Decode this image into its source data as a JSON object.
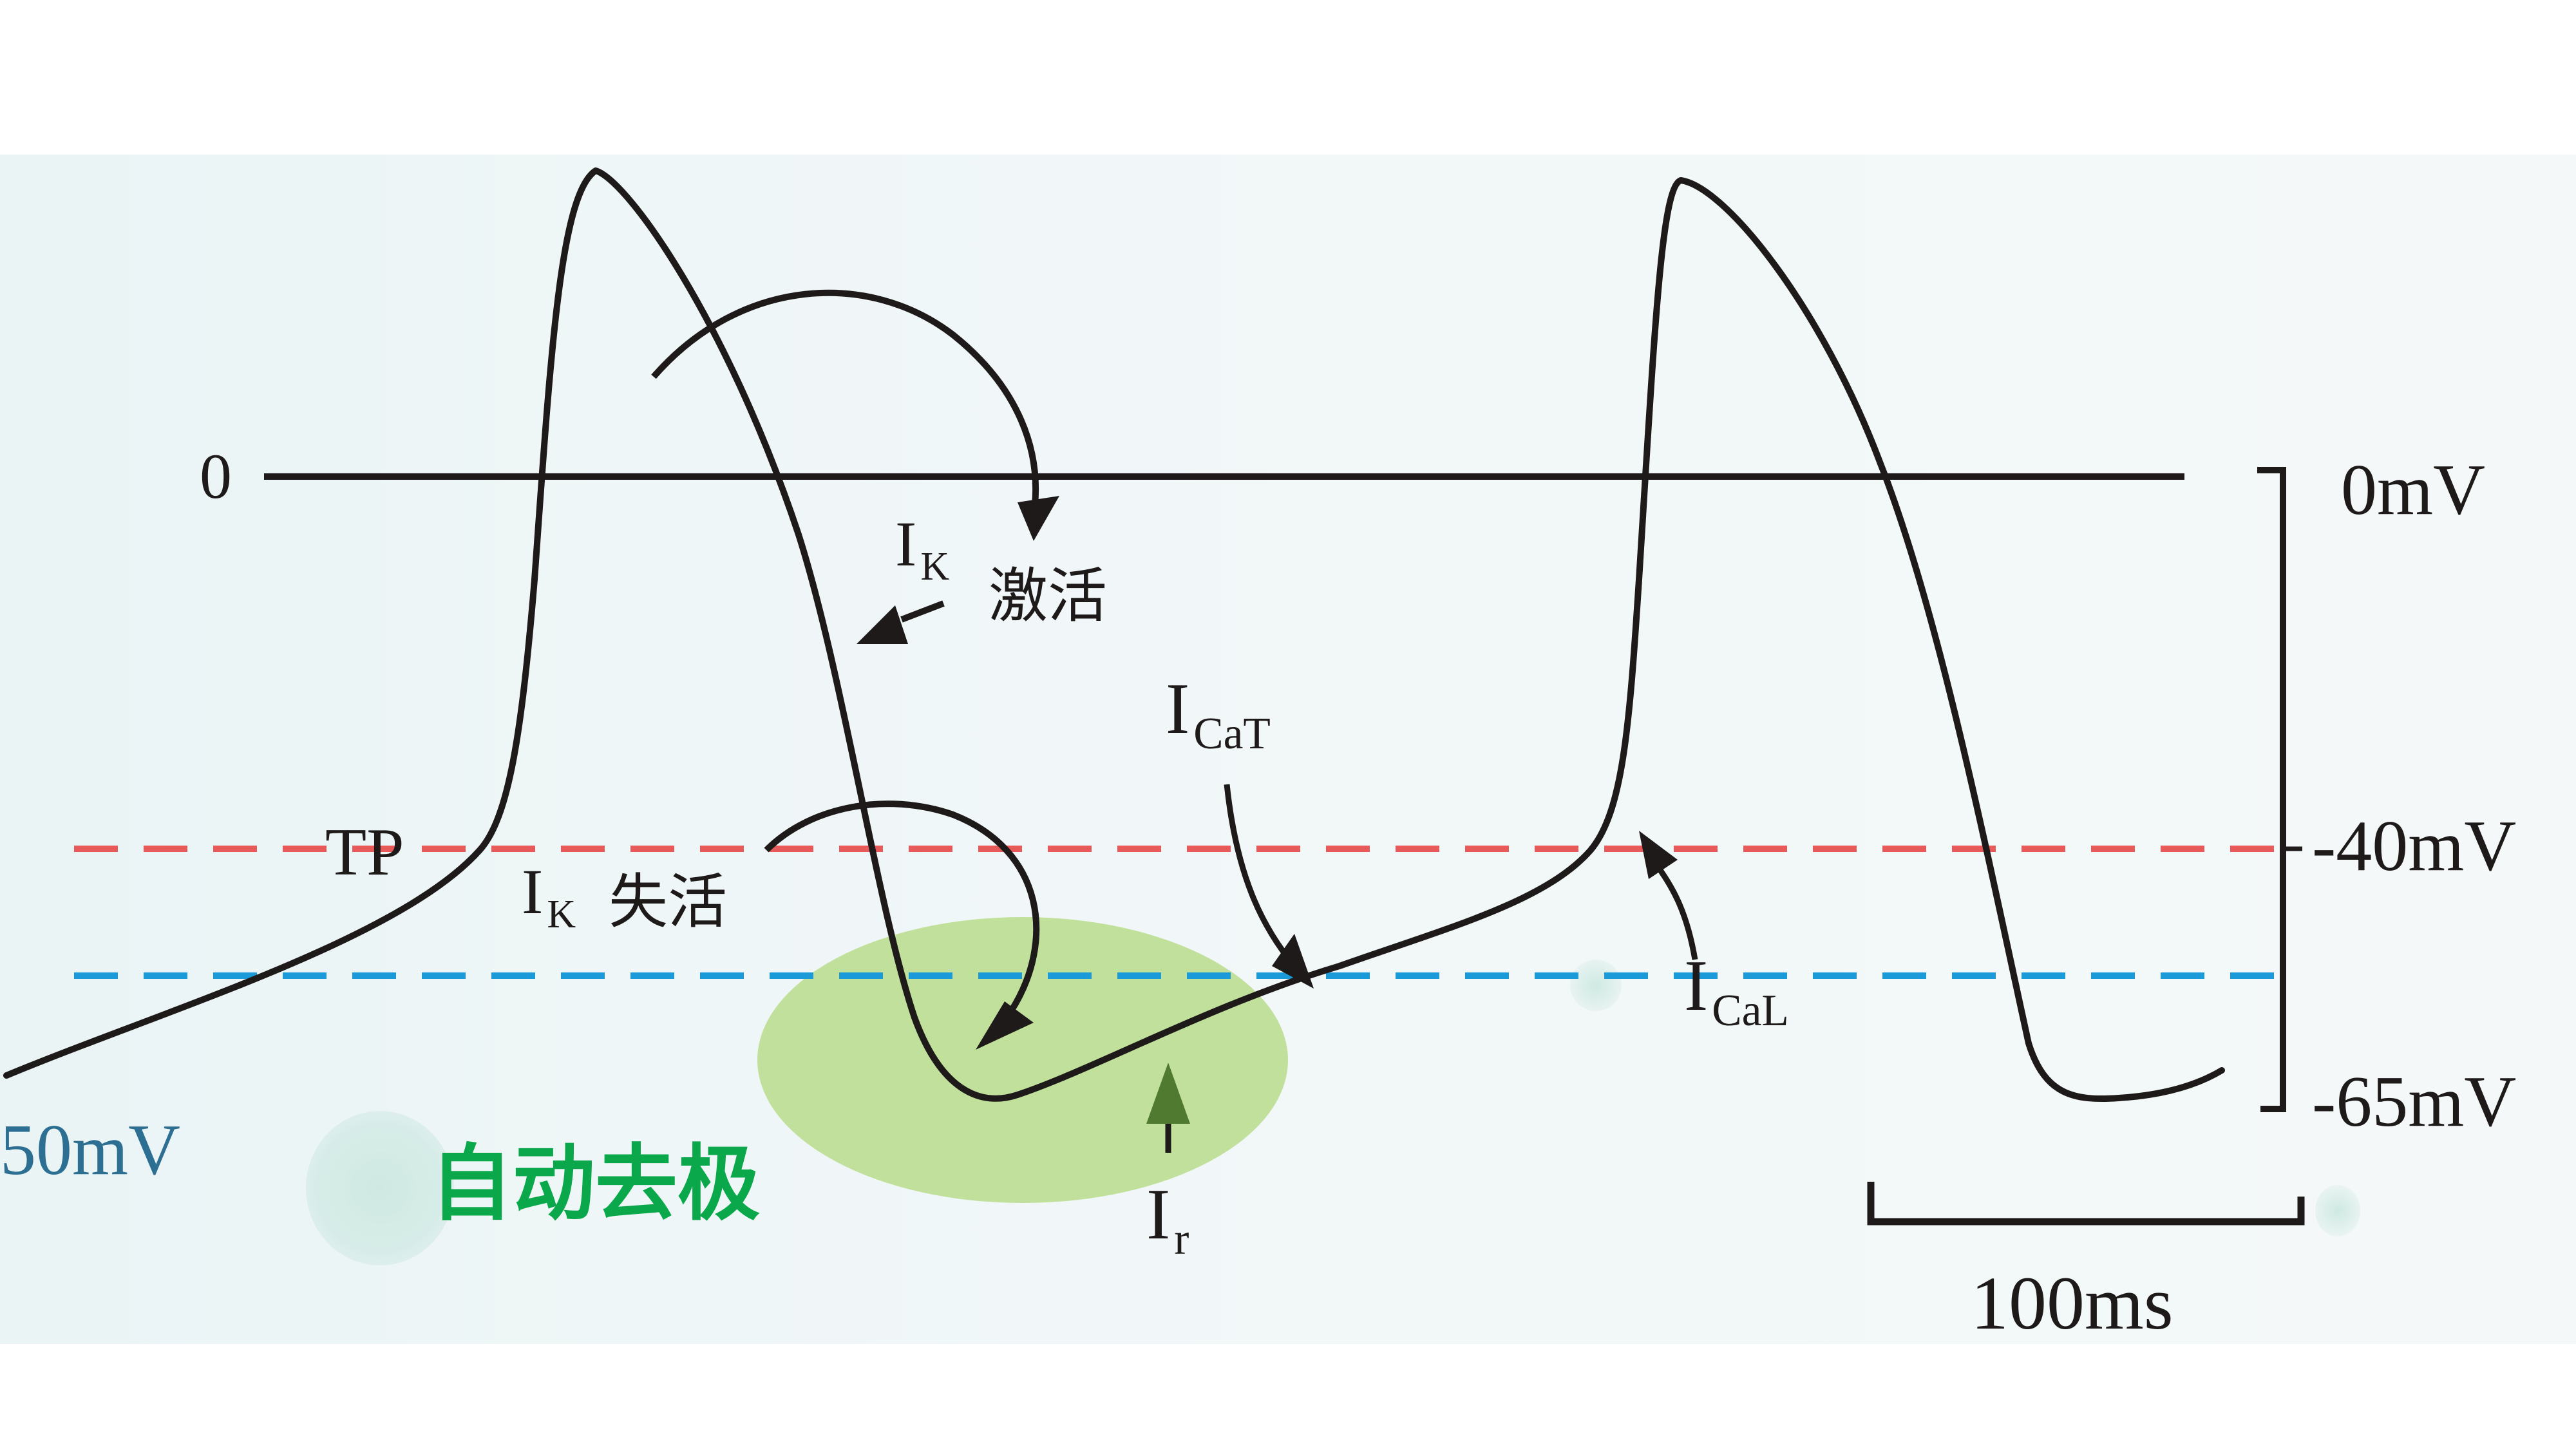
{
  "colors": {
    "trace": "#1e1a1a",
    "threshold_line": "#e85a5a",
    "max_diastolic_line": "#1a9ad8",
    "highlight_ellipse": "#b8dc8c",
    "highlight_text": "#0aa84a",
    "left_axis_text": "#2d6f93"
  },
  "labels": {
    "zero_left": "0",
    "axis_0": "0mV",
    "axis_40": "-40mV",
    "axis_65": "-65mV",
    "left_partial": "50mV",
    "tp": "TP",
    "ik_activate_main": "I",
    "ik_activate_sub": "K",
    "ik_activate_text": "激活",
    "ik_inactivate_main": "I",
    "ik_inactivate_sub": "K",
    "ik_inactivate_text": "失活",
    "icat_main": "I",
    "icat_sub": "CaT",
    "ical_main": "I",
    "ical_sub": "CaL",
    "ir_main": "I",
    "ir_sub": "r",
    "highlight": "自动去极",
    "scale_bar": "100ms"
  },
  "chart_data": {
    "type": "line",
    "title": "",
    "description": "Sinoatrial node cell action potentials with ionic currents",
    "xlabel": "",
    "ylabel": "",
    "scale_bar": {
      "label": "100ms"
    },
    "y_axis_ticks": [
      "0mV",
      "-40mV",
      "-65mV"
    ],
    "ylim": [
      -65,
      0
    ],
    "reference_lines": [
      {
        "name": "0",
        "value": 0,
        "style": "solid",
        "color": "#1e1a1a"
      },
      {
        "name": "TP (threshold)",
        "value": -40,
        "style": "dashed",
        "color": "#e85a5a"
      },
      {
        "name": "max diastolic potential",
        "value": -55,
        "style": "dashed",
        "color": "#1a9ad8"
      }
    ],
    "series": [
      {
        "name": "membrane potential",
        "approx_points_mV": [
          {
            "phase": "start (left edge)",
            "v": -62
          },
          {
            "phase": "threshold TP",
            "v": -40
          },
          {
            "phase": "peak 1",
            "v": 25
          },
          {
            "phase": "repolarization crosses 0",
            "v": 0
          },
          {
            "phase": "max diastolic potential",
            "v": -63
          },
          {
            "phase": "phase 4 depolarization",
            "v": -55
          },
          {
            "phase": "threshold",
            "v": -40
          },
          {
            "phase": "peak 2",
            "v": 24
          },
          {
            "phase": "repolarization trough",
            "v": -64
          }
        ]
      }
    ],
    "annotations": [
      "I_K 激活",
      "I_K 失活",
      "I_CaT",
      "I_CaL",
      "I_r",
      "TP",
      "自动去极"
    ],
    "grid": false,
    "legend": null
  }
}
